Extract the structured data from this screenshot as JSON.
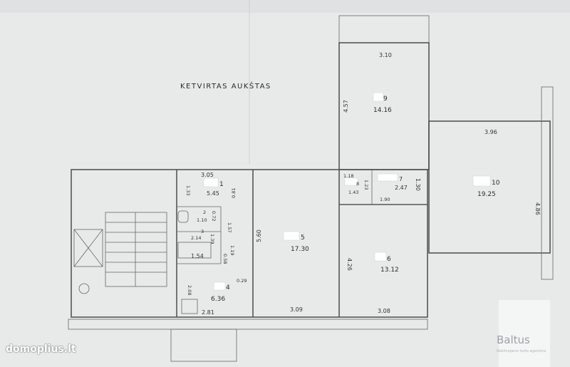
{
  "title": "KETVIRTAS  AUKŠTAS",
  "rooms": {
    "r9": {
      "label": "9",
      "area": "14.16"
    },
    "r10": {
      "label": "10",
      "area": "19.25"
    },
    "r1": {
      "label": "1",
      "area": "5.45"
    },
    "r5": {
      "label": "5",
      "area": "17.30"
    },
    "r6": {
      "label": "6",
      "area": "13.12"
    },
    "r7": {
      "label": "7",
      "area": "2.47"
    },
    "r8": {
      "label": "8",
      "area": "1.43"
    },
    "r2": {
      "label": "2",
      "area": "1.10"
    },
    "r3": {
      "label": "3",
      "area": "2.14"
    },
    "r4": {
      "label": "4",
      "area": "6.36"
    },
    "rbath": {
      "area": "1.54"
    }
  },
  "dims": {
    "d1": "3.10",
    "d2": "4.57",
    "d3": "3.96",
    "d4": "4.86",
    "d5": "1.33",
    "d6": "3.05",
    "d7": "0.81",
    "d8": "1.18",
    "d9": "1.23",
    "d10": "1.30",
    "d11": "1.90",
    "d12": "5.60",
    "d13": "4.26",
    "d14": "1.57",
    "d15": "0.72",
    "d16": "1.39",
    "d17": "0.58",
    "d18": "2.08",
    "d19": "0.29",
    "d20": "2.81",
    "d21": "3.09",
    "d22": "3.08",
    "d23": "1.19"
  },
  "watermark": {
    "site": "domoplius.lt",
    "brand": "Baltus",
    "brand_sub": "Nekilnojamo turto agentūra"
  }
}
